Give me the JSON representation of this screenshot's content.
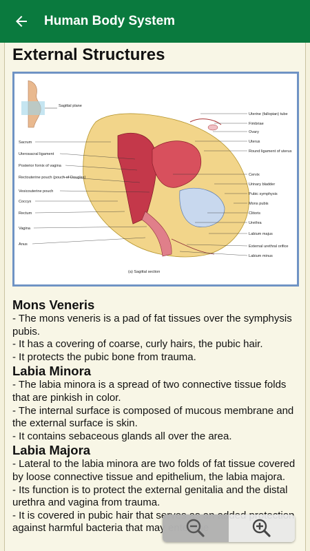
{
  "appbar": {
    "title": "Human Body System",
    "back_icon": "arrow-left-icon"
  },
  "page": {
    "heading": "External Structures"
  },
  "figure": {
    "caption": "(a) Sagittal section",
    "plane_label": "Sagittal plane",
    "left_labels": [
      "Sacrum",
      "Uterosacral ligament",
      "Posterior fornix of vagina",
      "Rectouterine pouch (pouch of Douglas)",
      "Vesicouterine pouch",
      "Coccyx",
      "Rectum",
      "Vagina",
      "Anus"
    ],
    "right_labels": [
      "Uterine (fallopian) tube",
      "Fimbriae",
      "Ovary",
      "Uterus",
      "Round ligament of uterus",
      "Cervix",
      "Urinary bladder",
      "Pubic symphysis",
      "Mons pubis",
      "Clitoris",
      "Urethra",
      "Labium majus",
      "External urethral orifice",
      "Labium minus"
    ]
  },
  "sections": [
    {
      "title": "Mons Veneris",
      "lines": [
        "- The mons veneris is a pad of fat tissues over the symphysis pubis.",
        "- It has a covering of coarse, curly hairs, the pubic hair.",
        "- It protects the pubic bone from trauma."
      ]
    },
    {
      "title": "Labia Minora",
      "lines": [
        "- The labia minora is a spread of two connective tissue folds that are pinkish in color.",
        "- The internal surface is composed of mucous membrane and the external surface is skin.",
        "- It contains sebaceous glands all over the area."
      ]
    },
    {
      "title": "Labia Majora",
      "lines": [
        "- Lateral to the labia minora are two folds of fat tissue covered by loose connective tissue and epithelium, the labia majora.",
        "- Its function is to protect the external genitalia and the distal urethra and vagina from trauma.",
        "- It is covered in pubic hair that serves as an added protection against harmful bacteria that may enter the"
      ]
    }
  ],
  "zoom": {
    "out_icon": "zoom-out-icon",
    "in_icon": "zoom-in-icon"
  },
  "colors": {
    "appbar": "#0a7a3e",
    "page_bg": "#f8f6e6",
    "figure_border": "#6f93c4"
  }
}
